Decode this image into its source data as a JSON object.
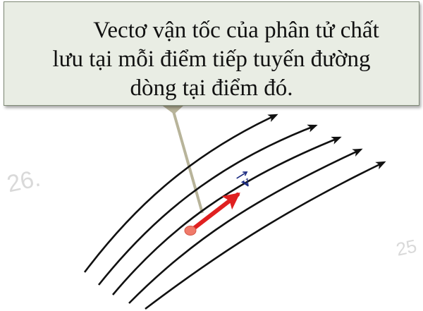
{
  "callout": {
    "line1": "Vectơ vận tốc của phân tử chất",
    "line2": "lưu tại mỗi điểm tiếp tuyến đường",
    "line3": "dòng tại điểm đó."
  },
  "vector_label": "v",
  "watermarks": [
    "26.",
    "25"
  ],
  "colors": {
    "callout_fill": "#e9ede4",
    "callout_border": "#7f8a76",
    "pointer": "#b8b49a",
    "streamline": "#111111",
    "velocity_vector": "#e02020",
    "particle": "#f07a6a",
    "label": "#1a2a80"
  }
}
